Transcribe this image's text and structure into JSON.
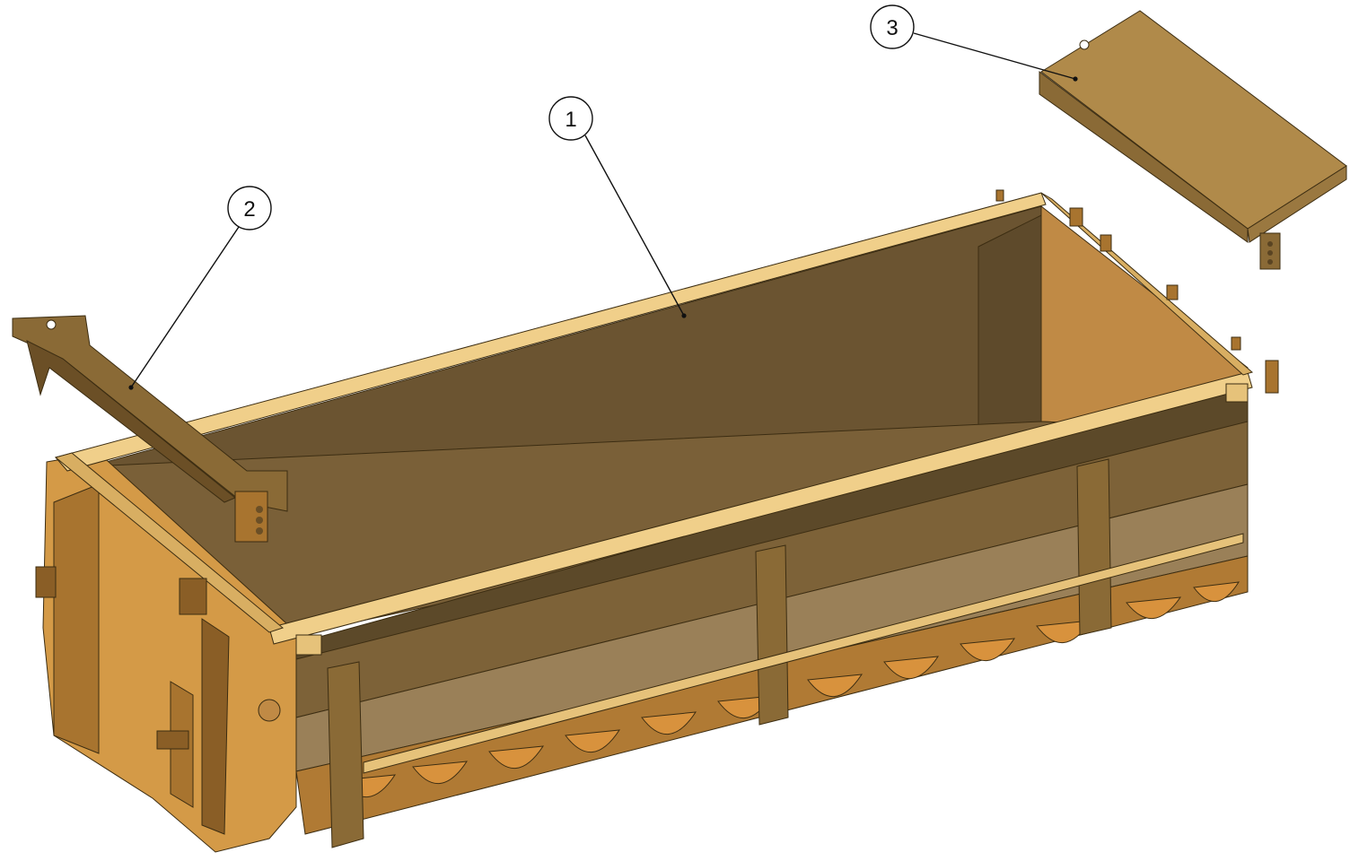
{
  "diagram": {
    "colors": {
      "background": "#ffffff",
      "interior_dark": "#6b5431",
      "interior_mid": "#7d6238",
      "endwall": "#c08a45",
      "body_orange": "#d49a47",
      "body_shade": "#a8742f",
      "rail_light": "#f0cf8a",
      "rail_mid": "#d8ae62",
      "cover_top": "#b08a4a",
      "cover_side": "#8a6a36",
      "skirt": "#9a8058",
      "scallop": "#d8923d",
      "line": "#111111"
    },
    "callouts": [
      {
        "id": "1",
        "label": "1"
      },
      {
        "id": "2",
        "label": "2"
      },
      {
        "id": "3",
        "label": "3"
      }
    ],
    "parts": [
      {
        "label": "1",
        "icon": "box-body-icon"
      },
      {
        "label": "2",
        "icon": "front-bracket-icon"
      },
      {
        "label": "3",
        "icon": "rear-cover-icon"
      }
    ]
  }
}
